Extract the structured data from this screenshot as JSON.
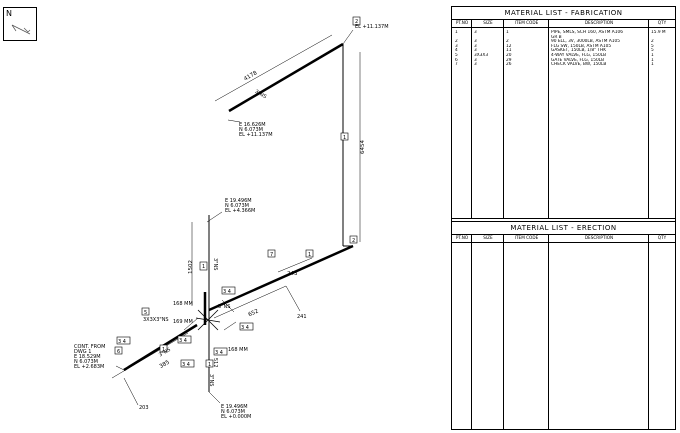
{
  "north": {
    "label": "N"
  },
  "fab_table": {
    "title": "MATERIAL  LIST  -  FABRICATION",
    "columns": [
      "PT.NO",
      "SIZE",
      "ITEM CODE",
      "DESCRIPTION",
      "QTY"
    ],
    "rows": [
      [
        "1",
        "3",
        "1",
        "PIPE, SMLS, SCH 160, ASTM A106",
        "15.9 M"
      ],
      [
        "",
        "",
        "",
        "GR B",
        ""
      ],
      [
        "2",
        "3",
        "2",
        "90 ELL, 3V, 3000LB, ASTM A105",
        "2"
      ],
      [
        "3",
        "3",
        "12",
        "FLG SW, 150LB, ASTM A105",
        "5"
      ],
      [
        "4",
        "3",
        "11",
        "GASKET, 150LB, 1/8\" THK",
        "5"
      ],
      [
        "5",
        "3X3X3",
        "20",
        "4-WAY VALVE, FLG, 150LB",
        "1"
      ],
      [
        "6",
        "3",
        "29",
        "GATE VALVE, FLG, 150LB",
        "1"
      ],
      [
        "7",
        "3",
        "26",
        "CHECK VALVE, BW, 150LB",
        "1"
      ]
    ]
  },
  "erection_table": {
    "title": "MATERIAL  LIST  -  ERECTION",
    "columns": [
      "PT.NO",
      "SIZE",
      "ITEM CODE",
      "DESCRIPTION",
      "QTY"
    ]
  },
  "iso_labels": {
    "el_top": "EL +11.137M",
    "coord_top_e": "E 16.626M",
    "coord_top_n": "N 6.073M",
    "coord_top_el": "EL +11.137M",
    "coord_mid_e": "E 19.496M",
    "coord_mid_n": "N 6.073M",
    "coord_mid_el": "EL +4.366M",
    "coord_bot_e": "E 19.496M",
    "coord_bot_n": "N 6.073M",
    "coord_bot_el": "EL +0.000M",
    "cont_1": "CONT. FROM",
    "cont_2": "DWG 1",
    "cont_3": "E 18.529M",
    "cont_4": "N 6.073M",
    "cont_5": "EL +2.683M",
    "dim_4178": "4178",
    "dim_6454": "6454",
    "dim_1502": "1502",
    "dim_243": "243",
    "dim_241": "241",
    "dim_652": "652",
    "dim_385": "385",
    "dim_203": "203",
    "dim_512": "512",
    "dim_168a": "168 MM",
    "dim_169": "169 MM",
    "dim_168b": "168 MM",
    "size_3x3x3": "3X3X3\"NS",
    "ns_a": "3\"NS",
    "ns_b": "3\"NS",
    "ns_c": "3\"NS",
    "ns_d": "3\"NS",
    "ns_e": "3\"NS",
    "tag_34": "3 4",
    "tag_1": "1",
    "tag_2": "2",
    "tag_5": "5",
    "tag_6": "6",
    "tag_7": "7"
  }
}
